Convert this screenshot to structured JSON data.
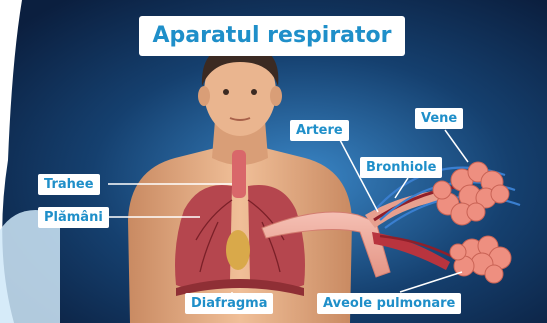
{
  "title": "Aparatul respirator",
  "labels": {
    "trachea": "Trahee",
    "lungs": "Plămâni",
    "diaphragm": "Diafragma",
    "arteries": "Artere",
    "veins": "Vene",
    "bronchioles": "Bronhiole",
    "alveoli": "Aveole pulmonare"
  },
  "colors": {
    "background_dark": "#0b1f3f",
    "background_glow": "#3a86c6",
    "label_text": "#1f8fc9",
    "skin": "#e8b48c",
    "lungs": "#b5464e",
    "alveoli": "#e9857a",
    "veins": "#3a7fd0"
  }
}
